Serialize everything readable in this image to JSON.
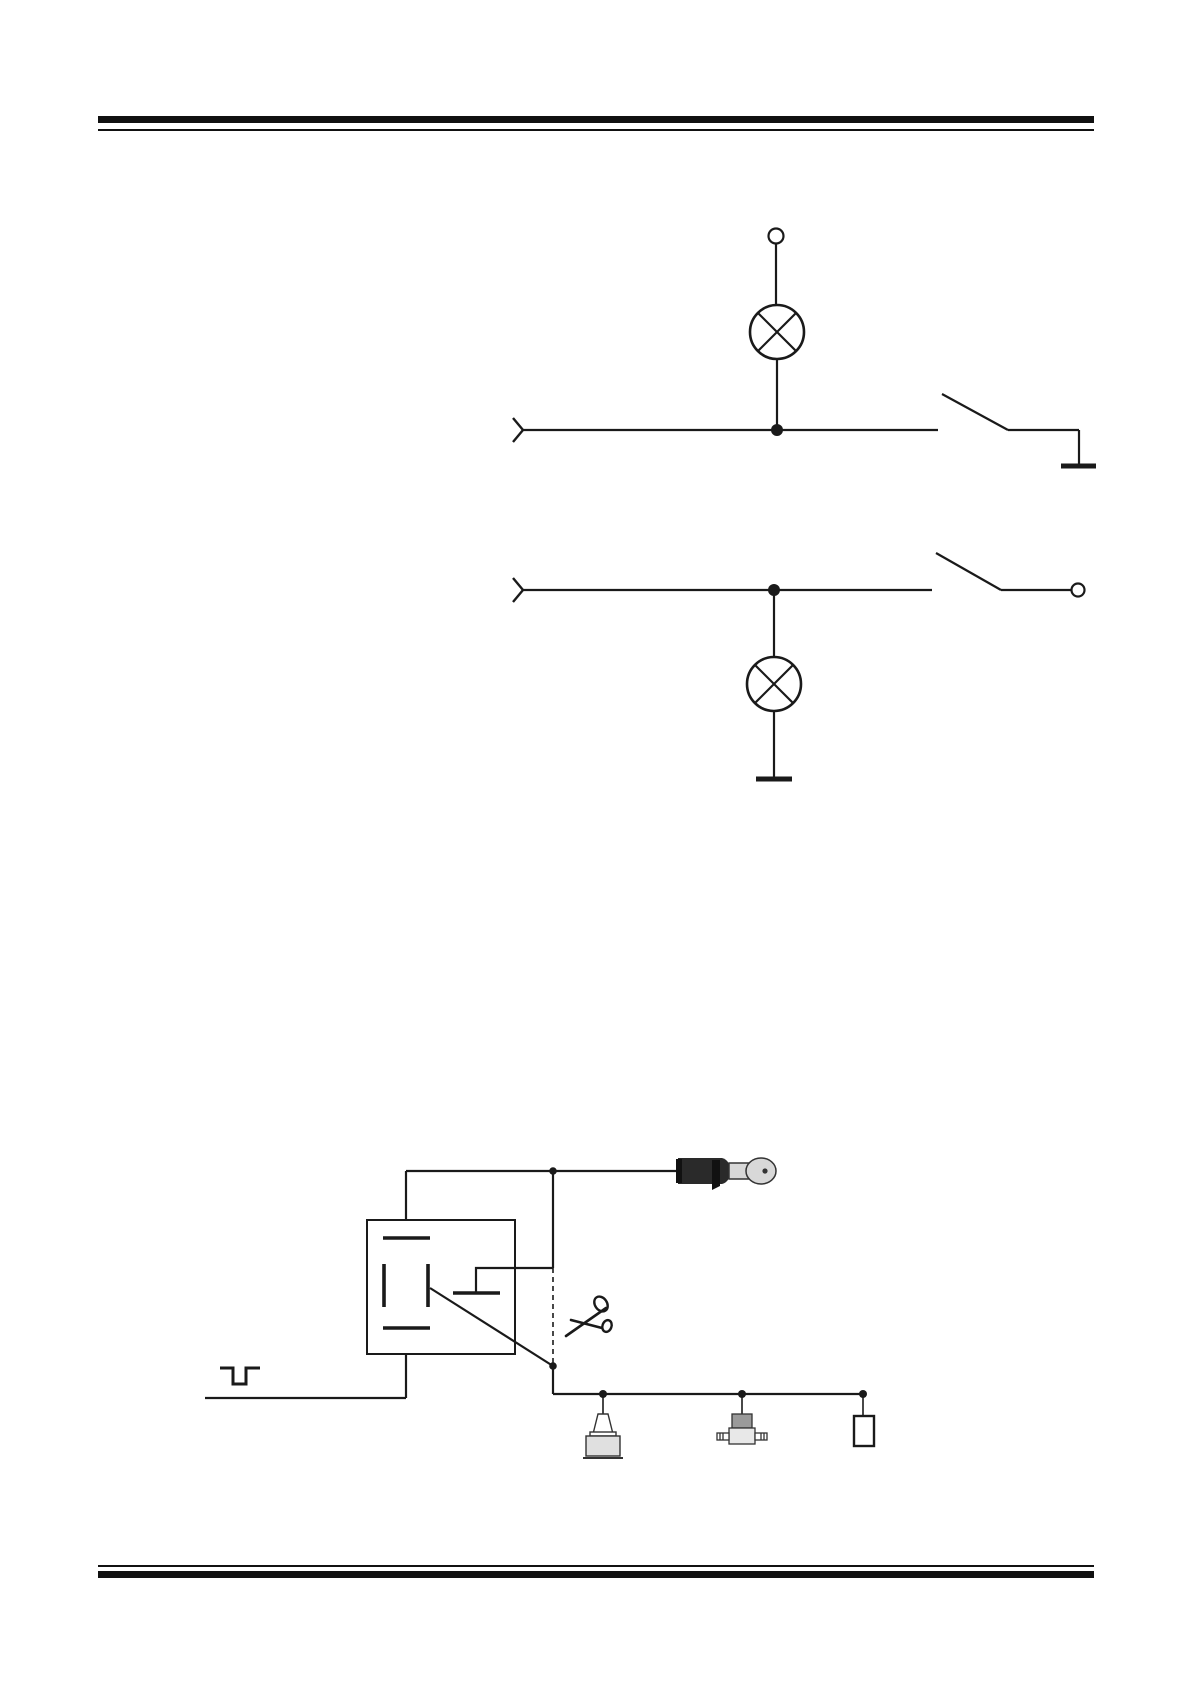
{
  "page": {
    "top_rule": "double-rule",
    "bottom_rule": "double-rule"
  },
  "diagrams": [
    {
      "id": "lamp-to-ground-switch",
      "components": [
        "input-arrow",
        "lamp-icon",
        "supply-terminal",
        "switch",
        "ground-symbol"
      ]
    },
    {
      "id": "lamp-to-positive-switch",
      "components": [
        "input-arrow",
        "lamp-icon",
        "ground-symbol",
        "switch",
        "output-terminal"
      ]
    },
    {
      "id": "relay-immobilizer-circuit",
      "components": [
        "pulse-signal-icon",
        "relay-box",
        "ignition-key-icon",
        "scissors-icon",
        "ignition-coil-icon",
        "fuel-solenoid-valve-icon",
        "starter-load-icon"
      ]
    }
  ],
  "colors": {
    "line": "#1a1a1a",
    "component_fill_dark": "#2a2a2a",
    "component_fill_grey": "#9a9a9a",
    "component_fill_light": "#e0e0e0"
  }
}
